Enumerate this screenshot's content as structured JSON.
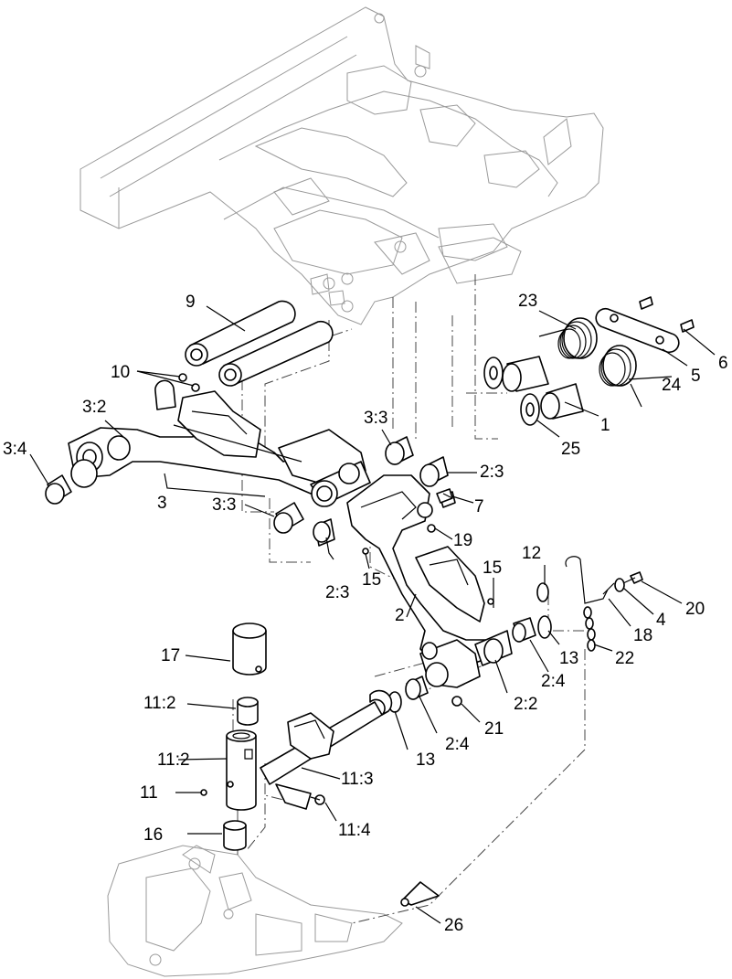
{
  "callouts": [
    {
      "id": "c-9",
      "text": "9"
    },
    {
      "id": "c-10",
      "text": "10"
    },
    {
      "id": "c-3-2",
      "text": "3:2"
    },
    {
      "id": "c-3-4",
      "text": "3:4"
    },
    {
      "id": "c-3",
      "text": "3"
    },
    {
      "id": "c-3-3a",
      "text": "3:3"
    },
    {
      "id": "c-3-3b",
      "text": "3:3"
    },
    {
      "id": "c-2-3a",
      "text": "2:3"
    },
    {
      "id": "c-2-3b",
      "text": "2:3"
    },
    {
      "id": "c-7",
      "text": "7"
    },
    {
      "id": "c-19",
      "text": "19"
    },
    {
      "id": "c-15a",
      "text": "15"
    },
    {
      "id": "c-15b",
      "text": "15"
    },
    {
      "id": "c-2",
      "text": "2"
    },
    {
      "id": "c-12",
      "text": "12"
    },
    {
      "id": "c-23",
      "text": "23"
    },
    {
      "id": "c-6",
      "text": "6"
    },
    {
      "id": "c-5",
      "text": "5"
    },
    {
      "id": "c-24",
      "text": "24"
    },
    {
      "id": "c-1",
      "text": "1"
    },
    {
      "id": "c-25",
      "text": "25"
    },
    {
      "id": "c-20",
      "text": "20"
    },
    {
      "id": "c-4",
      "text": "4"
    },
    {
      "id": "c-18",
      "text": "18"
    },
    {
      "id": "c-22",
      "text": "22"
    },
    {
      "id": "c-13a",
      "text": "13"
    },
    {
      "id": "c-13b",
      "text": "13"
    },
    {
      "id": "c-2-4a",
      "text": "2:4"
    },
    {
      "id": "c-2-4b",
      "text": "2:4"
    },
    {
      "id": "c-2-2",
      "text": "2:2"
    },
    {
      "id": "c-21",
      "text": "21"
    },
    {
      "id": "c-17",
      "text": "17"
    },
    {
      "id": "c-11-2a",
      "text": "11:2"
    },
    {
      "id": "c-11-2b",
      "text": "11:2"
    },
    {
      "id": "c-11",
      "text": "11"
    },
    {
      "id": "c-11-3",
      "text": "11:3"
    },
    {
      "id": "c-11-4",
      "text": "11:4"
    },
    {
      "id": "c-16",
      "text": "16"
    },
    {
      "id": "c-26",
      "text": "26"
    }
  ]
}
